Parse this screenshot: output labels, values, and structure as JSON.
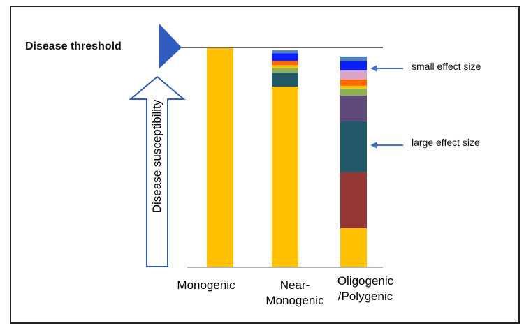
{
  "threshold": {
    "label": "Disease threshold"
  },
  "susceptibility": {
    "label": "Disease susceptibility"
  },
  "colors": {
    "threshold_marker": "#2f5bbf",
    "arrow_outline": "#2f5bbf",
    "base_liability": "#ffc000",
    "annotation_arrow": "#4472c4"
  },
  "chart_data": {
    "type": "stacked-bar",
    "categories": [
      "Monogenic",
      "Near-\nMonogenic",
      "Oligogenic\n/Polygenic"
    ],
    "threshold_fraction": 1.0,
    "bars": [
      {
        "category": "Monogenic",
        "segments": [
          {
            "color": "#ffc000",
            "fraction": 1.0
          }
        ]
      },
      {
        "category": "Near-Monogenic",
        "segments": [
          {
            "color": "#ffc000",
            "fraction": 0.822
          },
          {
            "color": "#215968",
            "fraction": 0.063
          },
          {
            "color": "#8db255",
            "fraction": 0.022
          },
          {
            "color": "#ffc000",
            "fraction": 0.013
          },
          {
            "color": "#ff6600",
            "fraction": 0.019
          },
          {
            "color": "#0a1fff",
            "fraction": 0.035
          },
          {
            "color": "#4f81bd",
            "fraction": 0.013
          }
        ]
      },
      {
        "category": "Oligogenic/Polygenic",
        "segments": [
          {
            "color": "#ffc000",
            "fraction": 0.178
          },
          {
            "color": "#953735",
            "fraction": 0.254
          },
          {
            "color": "#215968",
            "fraction": 0.232
          },
          {
            "color": "#604a7b",
            "fraction": 0.117
          },
          {
            "color": "#8db255",
            "fraction": 0.032
          },
          {
            "color": "#ffc000",
            "fraction": 0.013
          },
          {
            "color": "#ff6600",
            "fraction": 0.029
          },
          {
            "color": "#d9a6c8",
            "fraction": 0.041
          },
          {
            "color": "#0a1fff",
            "fraction": 0.041
          },
          {
            "color": "#4f81bd",
            "fraction": 0.022
          }
        ]
      }
    ]
  },
  "annotations": {
    "small": "small effect size",
    "large": "large effect size"
  }
}
